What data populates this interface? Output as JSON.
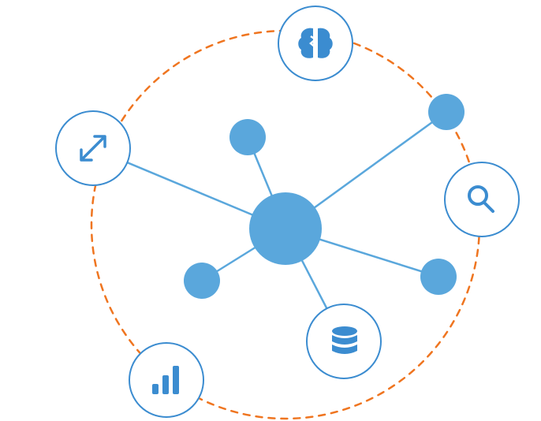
{
  "colors": {
    "background": "#ffffff",
    "node_fill": "#5aa7dc",
    "link_stroke": "#5aa7dc",
    "ring_stroke": "#ef7520",
    "badge_stroke": "#3b8cd0",
    "badge_fill": "#ffffff",
    "icon_color": "#3b8cd0"
  },
  "hub": {
    "name": "central-hub"
  },
  "satellites": [
    {
      "name": "satellite-node-top"
    },
    {
      "name": "satellite-node-upper-right"
    },
    {
      "name": "satellite-node-right"
    },
    {
      "name": "satellite-node-lower-left"
    }
  ],
  "badges": [
    {
      "name": "brain-badge",
      "icon": "brain-icon"
    },
    {
      "name": "expand-badge",
      "icon": "expand-arrows-icon"
    },
    {
      "name": "search-badge",
      "icon": "search-icon"
    },
    {
      "name": "database-badge",
      "icon": "database-icon"
    },
    {
      "name": "bar-chart-badge",
      "icon": "bar-chart-icon"
    }
  ]
}
